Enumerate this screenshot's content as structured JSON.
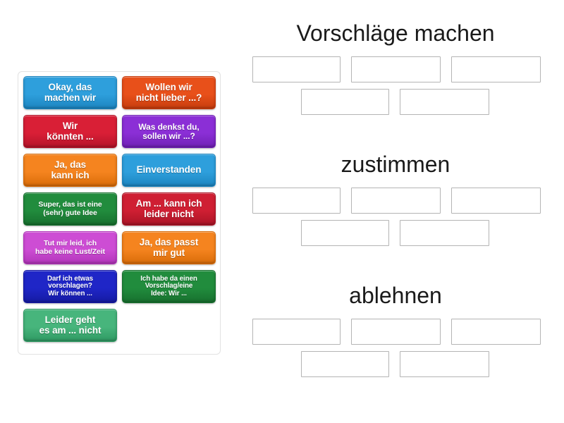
{
  "tile_bank": {
    "name": "Wortkarten",
    "tiles": [
      {
        "text": "Okay, das machen wir",
        "lines": [
          "Okay, das",
          "machen wir"
        ],
        "color": "#2e9fdc",
        "color_dark": "#1c85c0",
        "size": "t-s13"
      },
      {
        "text": "Wollen wir nicht lieber ...?",
        "lines": [
          "Wollen wir",
          "nicht lieber ...?"
        ],
        "color": "#e8501a",
        "color_dark": "#c83d0e",
        "size": "t-s13"
      },
      {
        "text": "Wir könnten ...",
        "lines": [
          "Wir",
          "könnten ..."
        ],
        "color": "#d91f36",
        "color_dark": "#b41429",
        "size": "t-s13"
      },
      {
        "text": "Was denkst du, sollen wir ...?",
        "lines": [
          "Was denkst du,",
          "sollen wir ...?"
        ],
        "color": "#8b2fd6",
        "color_dark": "#7020b5",
        "size": "t-s12"
      },
      {
        "text": "Ja, das kann ich",
        "lines": [
          "Ja, das",
          "kann ich"
        ],
        "color": "#f5841f",
        "color_dark": "#d96c09",
        "size": "t-s13"
      },
      {
        "text": "Einverstanden",
        "lines": [
          "Einverstanden"
        ],
        "color": "#2e9fdc",
        "color_dark": "#1c85c0",
        "size": "t-s13"
      },
      {
        "text": "Super, das ist eine (sehr) gute Idee",
        "lines": [
          "Super, das ist eine",
          "(sehr) gute Idee"
        ],
        "color": "#218c3d",
        "color_dark": "#17702e",
        "size": "t-s11"
      },
      {
        "text": "Am ... kann ich leider nicht",
        "lines": [
          "Am ... kann ich",
          "leider nicht"
        ],
        "color": "#cf1f33",
        "color_dark": "#ab1426",
        "size": "t-s13"
      },
      {
        "text": "Tut mir leid, ich habe keine Lust/Zeit",
        "lines": [
          "Tut mir leid, ich",
          "habe keine Lust/Zeit"
        ],
        "color": "#cd4dd4",
        "color_dark": "#b235ba",
        "size": "t-s11"
      },
      {
        "text": "Ja, das passt mir gut",
        "lines": [
          "Ja, das passt",
          "mir gut"
        ],
        "color": "#f5841f",
        "color_dark": "#d96c09",
        "size": "t-s13"
      },
      {
        "text": "Darf ich etwas vorschlagen? Wir können ...",
        "lines": [
          "Darf ich etwas",
          "vorschlagen?",
          "Wir können ..."
        ],
        "color": "#1f26c7",
        "color_dark": "#151aa3",
        "size": "t-s10"
      },
      {
        "text": "Ich habe da einen Vorschlag/eine Idee: Wir ...",
        "lines": [
          "Ich habe da einen",
          "Vorschlag/eine",
          "Idee: Wir ..."
        ],
        "color": "#218c3d",
        "color_dark": "#17702e",
        "size": "t-s10"
      },
      {
        "text": "Leider geht es am ... nicht",
        "lines": [
          "Leider geht",
          "es am ... nicht"
        ],
        "color": "#47b57c",
        "color_dark": "#2f9a63",
        "size": "t-s13"
      }
    ]
  },
  "categories": [
    {
      "title": "Vorschläge machen",
      "row1": [
        "",
        "",
        ""
      ],
      "row2": [
        "",
        ""
      ]
    },
    {
      "title": "zustimmen",
      "row1": [
        "",
        "",
        ""
      ],
      "row2": [
        "",
        ""
      ]
    },
    {
      "title": "ablehnen",
      "row1": [
        "",
        "",
        ""
      ],
      "row2": [
        "",
        ""
      ]
    }
  ]
}
